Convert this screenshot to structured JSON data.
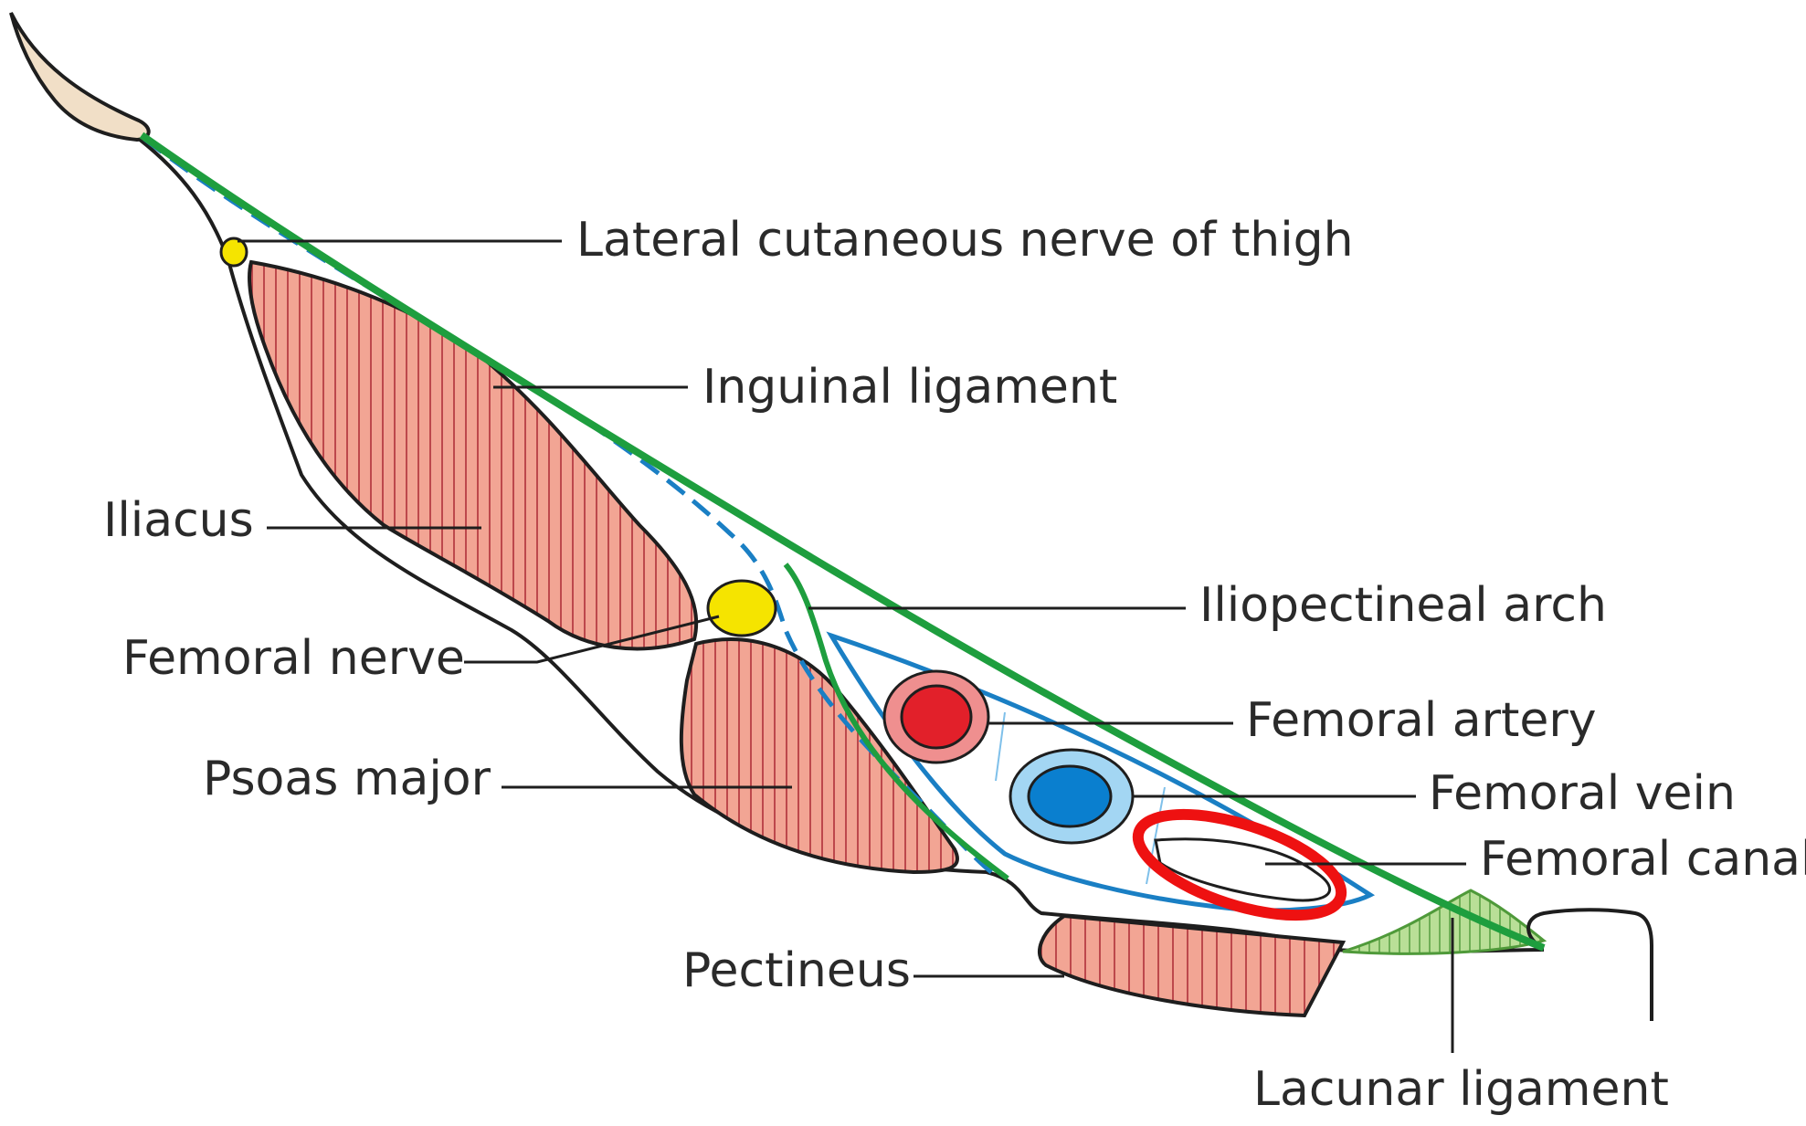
{
  "labels": {
    "lateral_cutaneous_nerve": "Lateral cutaneous nerve of thigh",
    "inguinal_ligament": "Inguinal ligament",
    "iliacus": "Iliacus",
    "femoral_nerve": "Femoral nerve",
    "psoas_major": "Psoas major",
    "iliopectineal_arch": "Iliopectineal arch",
    "femoral_artery": "Femoral artery",
    "femoral_vein": "Femoral vein",
    "femoral_canal": "Femoral canal",
    "pectineus": "Pectineus",
    "lacunar_ligament": "Lacunar ligament"
  },
  "colors": {
    "ligament": "#1e9e3e",
    "fascia": "#1a7fc4",
    "muscle_fill": "#f2a594",
    "muscle_stripe": "#b0303a",
    "nerve": "#f5e400",
    "artery": "#e2202a",
    "artery_wall": "#ef8f8f",
    "vein": "#0a7fcf",
    "vein_wall": "#a3d6f3",
    "bone": "#f1dfc7",
    "lacunar": "#b9df97",
    "highlight": "#ee1111"
  }
}
